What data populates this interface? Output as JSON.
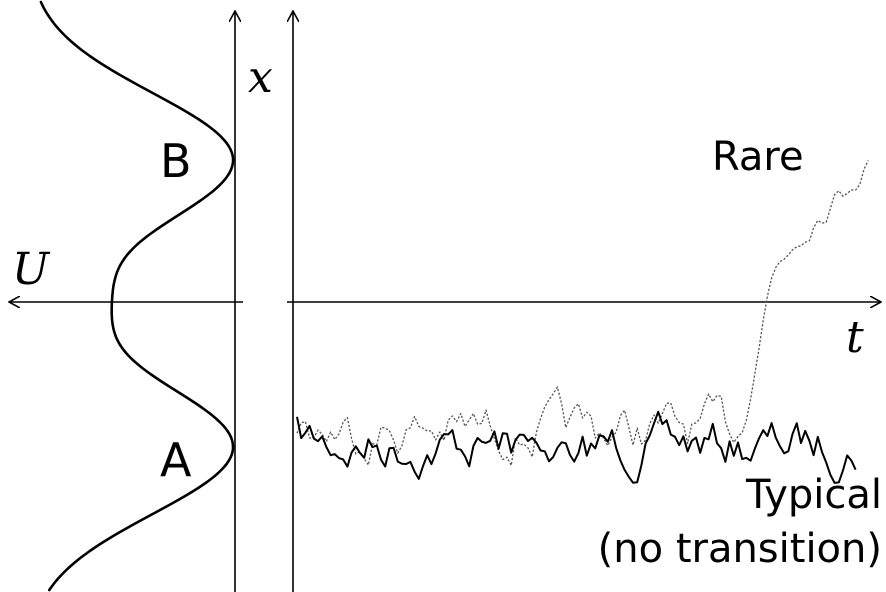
{
  "labels": {
    "x_axis": "x",
    "u_axis": "U",
    "t_axis": "t",
    "state_b": "B",
    "state_a": "A",
    "rare": "Rare",
    "typical_line1": "Typical",
    "typical_line2": "(no transition)"
  },
  "potential": {
    "description_free": true,
    "wells": [
      "A",
      "B"
    ],
    "barrier_between": true
  },
  "trajectories": [
    {
      "name": "Rare",
      "style": "dotted",
      "transition": true
    },
    {
      "name": "Typical",
      "style": "solid",
      "transition": false
    }
  ],
  "colors": {
    "ink": "#000000",
    "background": "#ffffff",
    "rare_stroke": "#555555"
  }
}
